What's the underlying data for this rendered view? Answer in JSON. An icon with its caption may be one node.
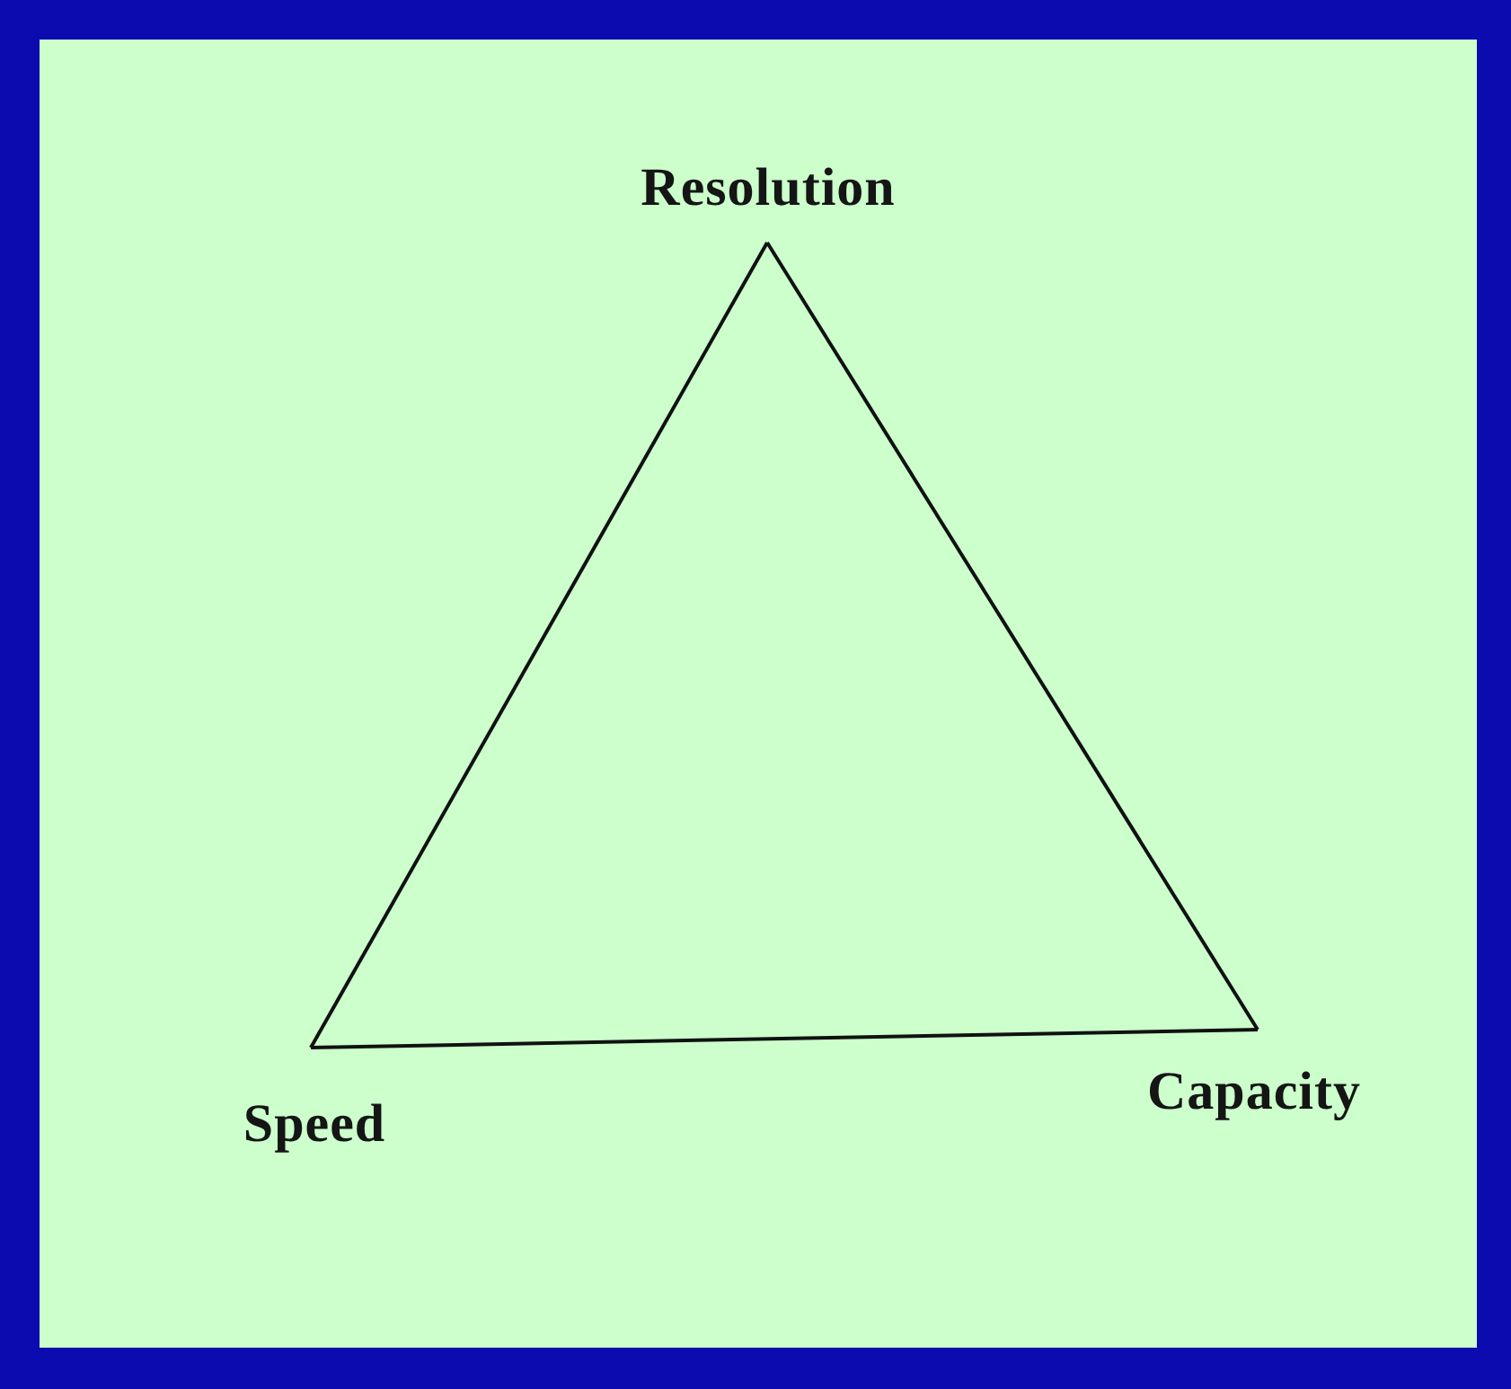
{
  "diagram": {
    "nodes": [
      {
        "text": [
          "Resolution"
        ]
      },
      {
        "text": [
          "Speed"
        ]
      },
      {
        "text": [
          "Capacity"
        ]
      }
    ],
    "edges": [
      {
        "from": 0,
        "to": 1,
        "arrow": "none"
      },
      {
        "from": 1,
        "to": 2,
        "arrow": "none"
      },
      {
        "from": 2,
        "to": 0,
        "arrow": "none"
      }
    ]
  }
}
